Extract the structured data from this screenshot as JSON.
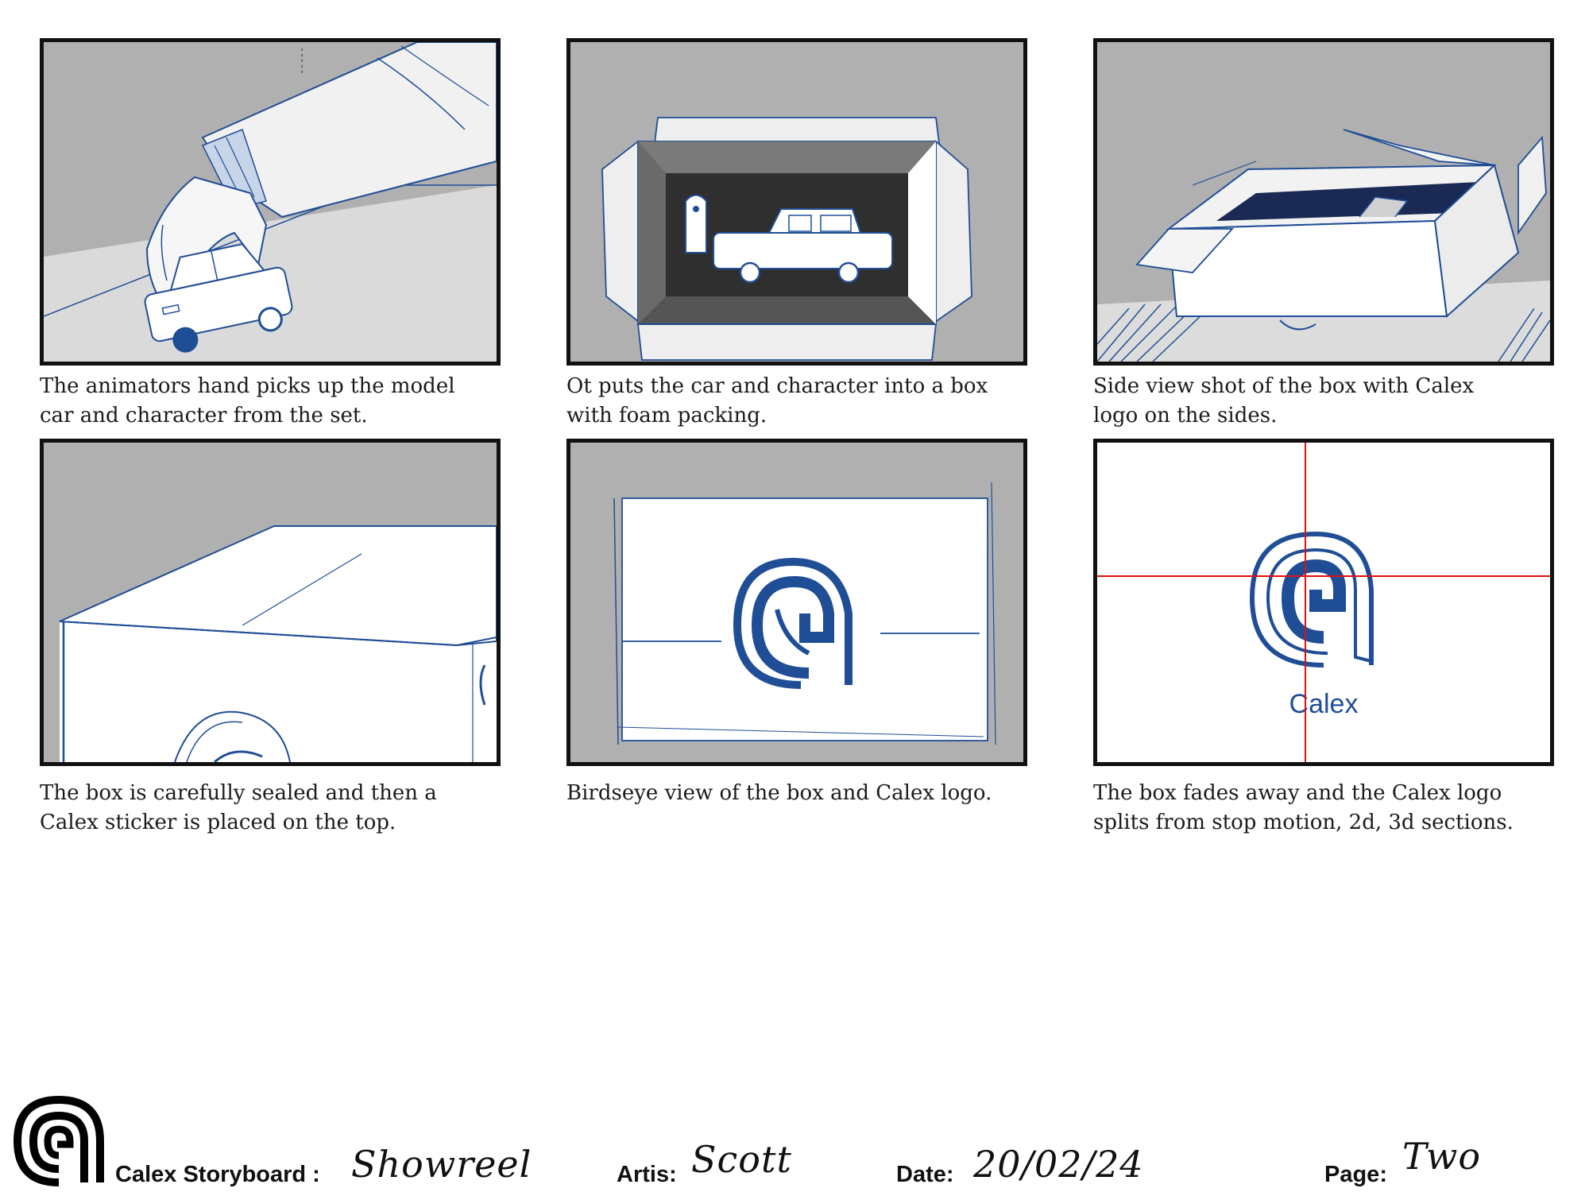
{
  "panels": [
    {
      "caption": [
        "The animators hand picks up the model",
        "car and character from the set."
      ]
    },
    {
      "caption": [
        "Ot puts the car and character into a box",
        "with foam packing."
      ]
    },
    {
      "caption": [
        "Side view shot of the box with Calex",
        "logo on the sides."
      ]
    },
    {
      "caption": [
        "The box is carefully sealed and then a",
        "Calex sticker is placed on the top."
      ]
    },
    {
      "caption": [
        "Birdseye view of the box and Calex logo."
      ]
    },
    {
      "caption": [
        "The box fades away and the Calex logo",
        "splits from stop motion, 2d, 3d sections."
      ],
      "logo_text": "Calex"
    }
  ],
  "footer": {
    "storyboard_label": "Calex Storyboard :",
    "storyboard_value": "Showreel",
    "artist_label": "Artis:",
    "artist_value": "Scott",
    "date_label": "Date:",
    "date_value": "20/02/24",
    "page_label": "Page:",
    "page_value": "Two"
  },
  "colors": {
    "sketch_blue": "#1f4e96",
    "panel_grey": "#b0b0b0",
    "guide_red": "#e01010",
    "frame": "#111111"
  }
}
